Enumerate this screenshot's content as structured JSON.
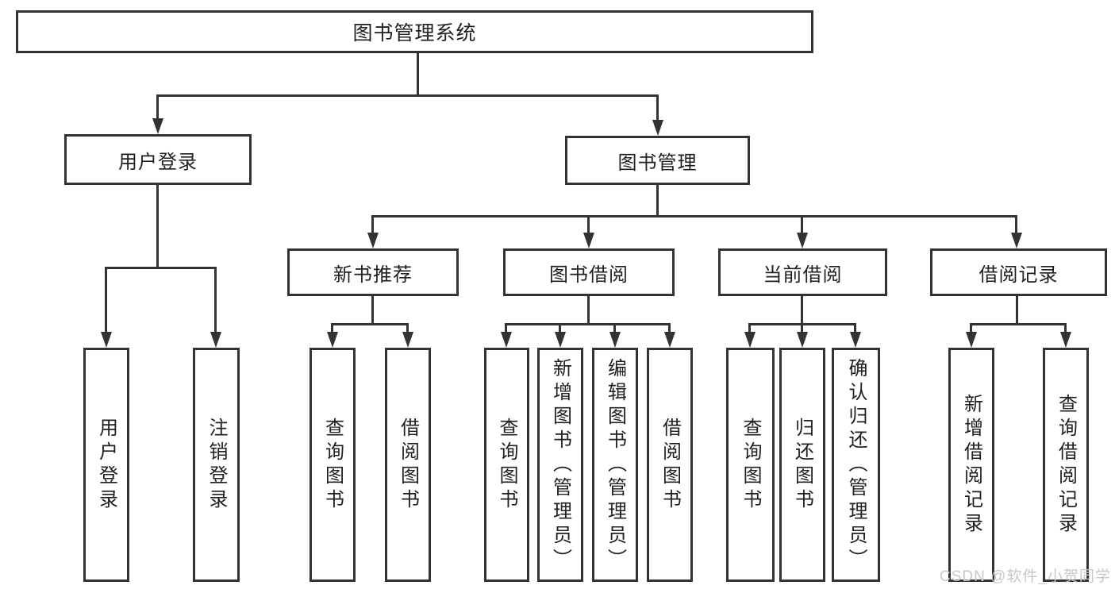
{
  "diagram": {
    "root": {
      "label": "图书管理系统",
      "children": [
        {
          "label": "用户登录",
          "children": [
            {
              "label": "用户登录"
            },
            {
              "label": "注销登录"
            }
          ]
        },
        {
          "label": "图书管理",
          "children": [
            {
              "label": "新书推荐",
              "children": [
                {
                  "label": "查询图书"
                },
                {
                  "label": "借阅图书"
                }
              ]
            },
            {
              "label": "图书借阅",
              "children": [
                {
                  "label": "查询图书"
                },
                {
                  "label": "新增图书（管理员）"
                },
                {
                  "label": "编辑图书（管理员）"
                },
                {
                  "label": "借阅图书"
                }
              ]
            },
            {
              "label": "当前借阅",
              "children": [
                {
                  "label": "查询图书"
                },
                {
                  "label": "归还图书"
                },
                {
                  "label": "确认归还（管理员）"
                }
              ]
            },
            {
              "label": "借阅记录",
              "children": [
                {
                  "label": "新增借阅记录"
                },
                {
                  "label": "查询借阅记录"
                }
              ]
            }
          ]
        }
      ]
    },
    "watermark": "CSDN @软件_小贺同学",
    "colors": {
      "line": "#333333",
      "text": "#1f1f1f",
      "watermark": "#c8c8c8",
      "background": "#ffffff"
    }
  }
}
